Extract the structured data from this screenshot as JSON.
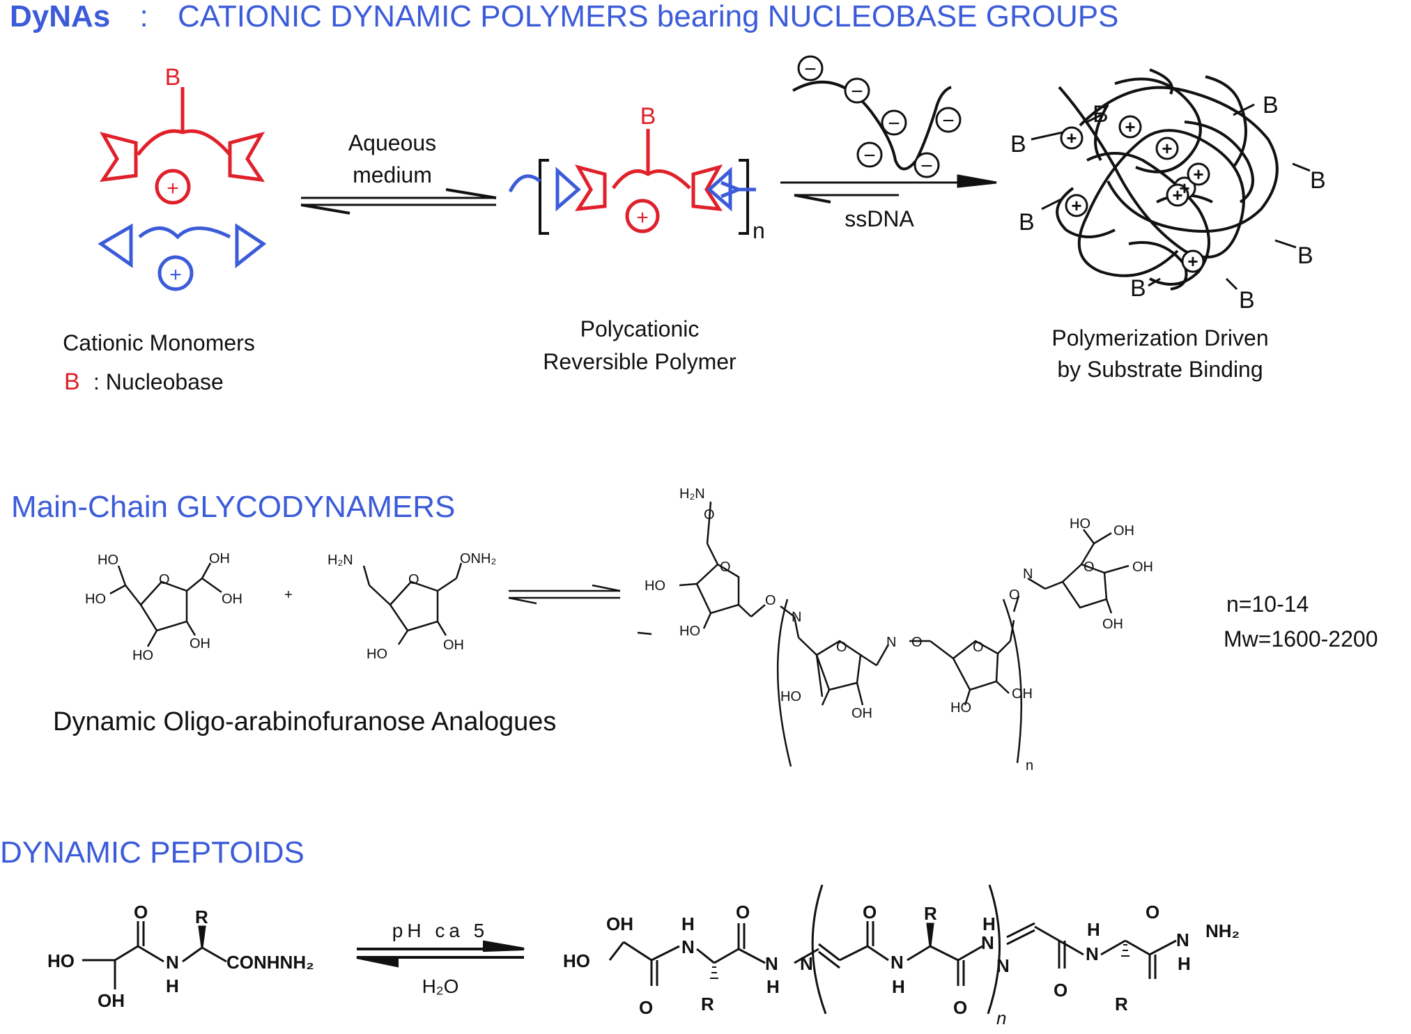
{
  "section1": {
    "title_bold": "DyNAs",
    "title_colon": ":",
    "title_rest": "CATIONIC  DYNAMIC POLYMERS bearing  NUCLEOBASE GROUPS",
    "monomer_base": "B",
    "monomer_charge": "+",
    "monomer_label": "Cationic Monomers",
    "legend_B": "B",
    "legend_text": ": Nucleobase",
    "arrow1_top": "Aqueous",
    "arrow1_bottom": "medium",
    "polymer_base": "B",
    "polymer_charge": "+",
    "polymer_n": "n",
    "polymer_label_1": "Polycationic",
    "polymer_label_2": "Reversible Polymer",
    "dna_charge": "−",
    "arrow2_bottom": "ssDNA",
    "complex_base": "B",
    "complex_charge": "+",
    "complex_label_1": "Polymerization Driven",
    "complex_label_2": "by Substrate Binding",
    "colors": {
      "title": "#3b5bd9",
      "cationic": "#e0202a",
      "anionic_partner": "#3b5bd9",
      "ink": "#111111"
    }
  },
  "section2": {
    "title": "Main-Chain  GLYCODYNAMERS",
    "oh": "OH",
    "ho": "HO",
    "h2n": "H₂N",
    "onh2": "ONH₂",
    "h2n_label": "H₂N",
    "o": "O",
    "n": "N",
    "plus": "+",
    "repeat_n": "n",
    "caption": "Dynamic  Oligo-arabinofuranose  Analogues",
    "n_range": "n=10-14",
    "mw_range": "Mw=1600-2200"
  },
  "section3": {
    "title": "DYNAMIC  PEPTOIDS",
    "ho": "HO",
    "oh": "OH",
    "o": "O",
    "n": "N",
    "h": "H",
    "r": "R",
    "conhnh2": "CONHNH₂",
    "nh2": "NH₂",
    "arrow_top": "pH  ca  5",
    "arrow_bottom": "H₂O",
    "repeat_n": "n"
  }
}
